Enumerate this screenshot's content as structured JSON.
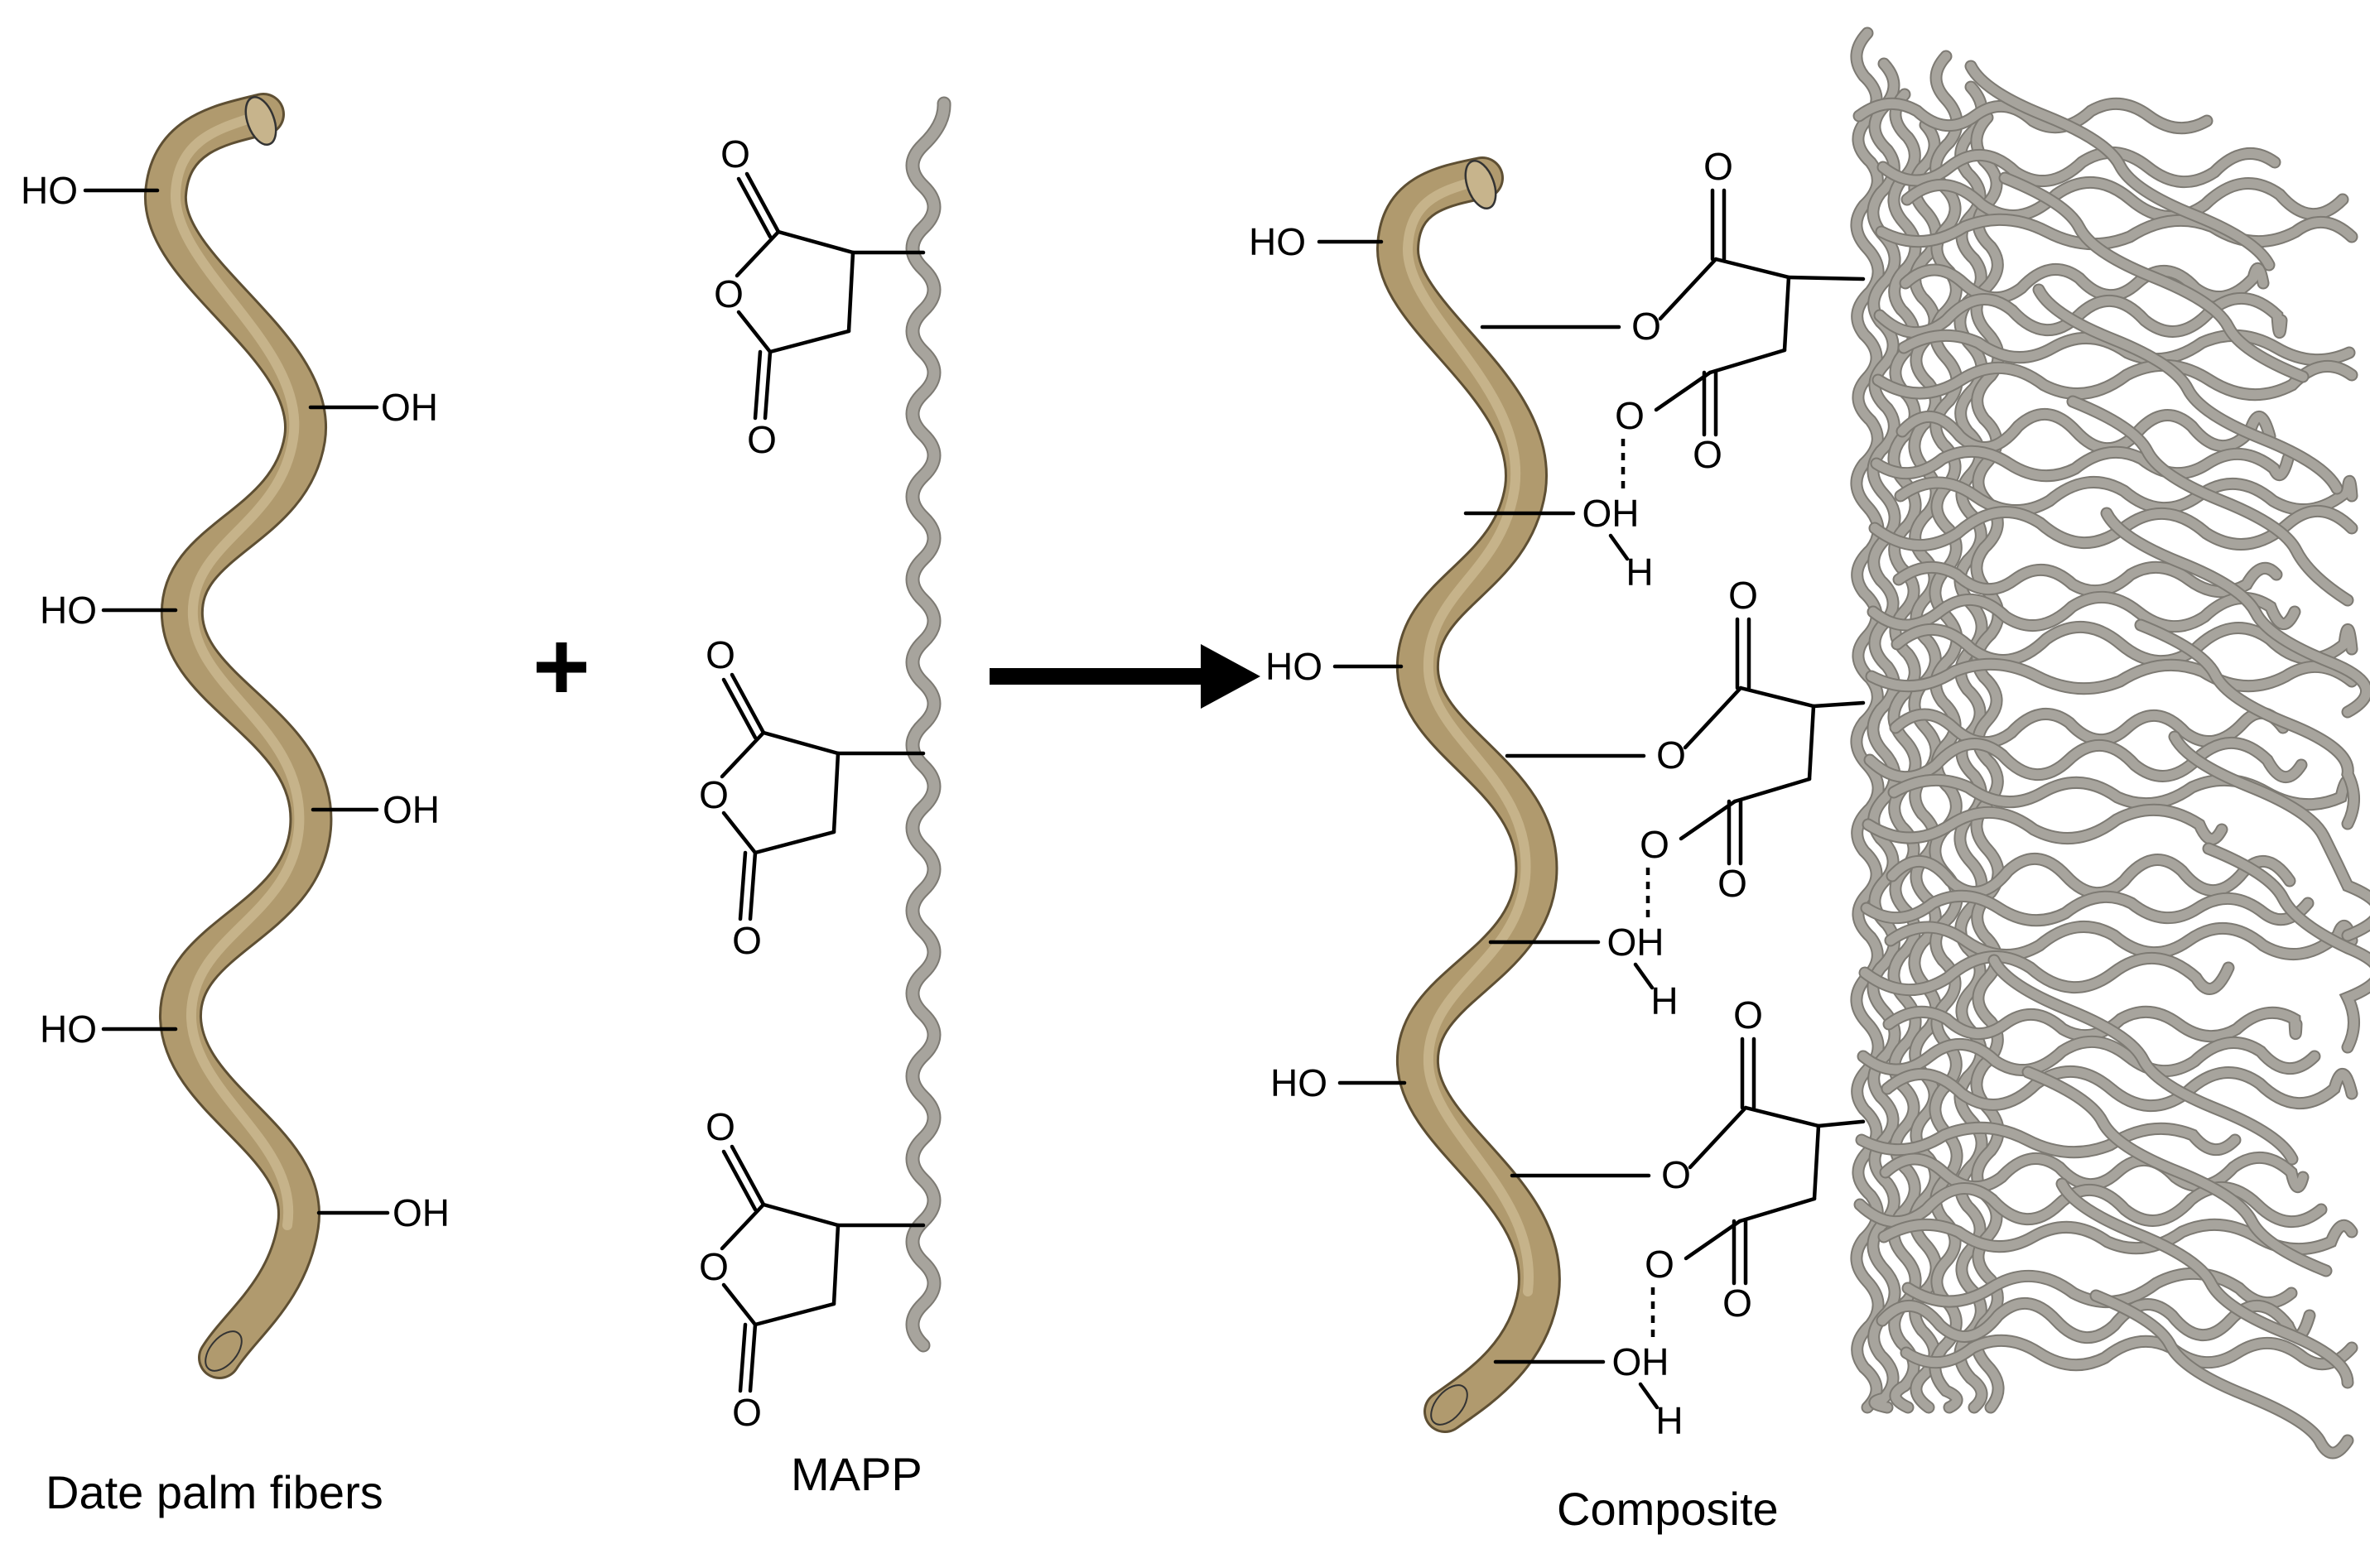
{
  "labels": {
    "hydroxyl_left": "HO",
    "hydroxyl_right": "OH",
    "oxygen": "O",
    "hydrogen": "H",
    "plus": "+"
  },
  "captions": {
    "fiber": "Date palm fibers",
    "mapp": "MAPP",
    "composite": "Composite"
  },
  "colors": {
    "fiber": "#b09a6e",
    "fiber_edge": "#5e4f33",
    "fiber_highlight": "#d8c8a2",
    "polymer_chain": "#a7a49d",
    "polymer_edge": "#7d7a73",
    "text": "#000000"
  },
  "icons": {
    "reaction": "right-arrow-icon",
    "plus": "plus-icon"
  }
}
